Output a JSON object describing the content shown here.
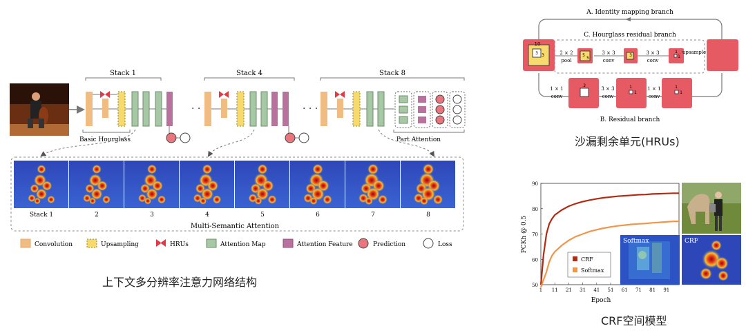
{
  "left": {
    "stacks": [
      "Stack 1",
      "Stack 4",
      "Stack 8"
    ],
    "basic_hourglass": "Basic Hourglass",
    "part_attention": "Part Attention",
    "heatmap_labels": [
      "Stack 1",
      "2",
      "3",
      "4",
      "5",
      "6",
      "7",
      "8"
    ],
    "msa_label": "Multi-Semantic Attention",
    "ellipsis": "· · ·",
    "legend": [
      {
        "name": "convolution",
        "label": "Convolution",
        "fill": "#F1BC82",
        "stroke": "#E3A869",
        "dashed": false
      },
      {
        "name": "upsampling",
        "label": "Upsampling",
        "fill": "#F7DA6E",
        "stroke": "#9A8436",
        "dashed": true
      },
      {
        "name": "hrus",
        "label": "HRUs",
        "fill": "#E03A45",
        "stroke": "#B02030",
        "dashed": false
      },
      {
        "name": "attention-map",
        "label": "Attention Map",
        "fill": "#A6C8A4",
        "stroke": "#6E8E6A",
        "dashed": false
      },
      {
        "name": "attention-feature",
        "label": "Attention Feature",
        "fill": "#B9729E",
        "stroke": "#8E4F7A",
        "dashed": false
      },
      {
        "name": "prediction",
        "label": "Prediction",
        "fill": "#E9767D",
        "stroke": "#444444",
        "dashed": false
      },
      {
        "name": "loss",
        "label": "Loss",
        "fill": "#FFFFFF",
        "stroke": "#444444",
        "dashed": false
      }
    ],
    "caption": "上下文多分辨率注意力网络结构"
  },
  "hru": {
    "branch_a": "A. Identity mapping branch",
    "branch_b": "B. Residual branch",
    "branch_c": "C. Hourglass residual branch",
    "ops_top": [
      "2 × 2",
      "pool",
      "3 × 3",
      "conv",
      "3 × 3",
      "conv",
      "upsample"
    ],
    "ops_bottom": [
      "1 × 1",
      "conv",
      "3 × 3",
      "conv",
      "1 × 1",
      "conv"
    ],
    "nums": [
      "10",
      "3",
      "3",
      "5",
      "5",
      "3",
      "1",
      "1",
      "3",
      "1",
      "1",
      "1",
      "1"
    ],
    "caption": "沙漏剩余单元(HRUs)"
  },
  "crf": {
    "chart_data": {
      "type": "line",
      "x": [
        1,
        3,
        5,
        7,
        9,
        11,
        16,
        21,
        26,
        31,
        36,
        41,
        46,
        51,
        56,
        61,
        66,
        71,
        76,
        81,
        86,
        91,
        96,
        100
      ],
      "series": [
        {
          "name": "CRF",
          "color": "#B22A12",
          "values": [
            50,
            62,
            70,
            74,
            76,
            77.5,
            79.5,
            81,
            82,
            82.8,
            83.4,
            83.9,
            84.3,
            84.6,
            84.9,
            85.1,
            85.3,
            85.5,
            85.6,
            85.8,
            85.9,
            86,
            86.1,
            86.1
          ]
        },
        {
          "name": "Softmax",
          "color": "#F19548",
          "values": [
            49,
            52,
            55,
            59,
            61.5,
            63,
            65.5,
            67.5,
            69,
            70,
            71,
            71.7,
            72.3,
            72.8,
            73.2,
            73.5,
            73.8,
            74,
            74.2,
            74.4,
            74.6,
            74.8,
            75,
            75
          ]
        }
      ],
      "xlabel": "Epoch",
      "ylabel": "PCKh @ 0.5",
      "ylim": [
        50,
        90
      ],
      "yticks": [
        "90",
        "80",
        "70",
        "60",
        "50"
      ],
      "xticks": [
        "1",
        "11",
        "21",
        "31",
        "41",
        "51",
        "61",
        "71",
        "81",
        "91"
      ],
      "legend_position": "bottom-left",
      "grid": false
    },
    "softmax_label": "Softmax",
    "crf_label": "CRF",
    "caption": "CRF空间模型"
  },
  "colors": {
    "conv": "#F1BC82",
    "up": "#F7DA6E",
    "amap": "#A6C8A4",
    "afeat": "#B9729E",
    "pred": "#E9767D",
    "hru": "#E65A63"
  }
}
